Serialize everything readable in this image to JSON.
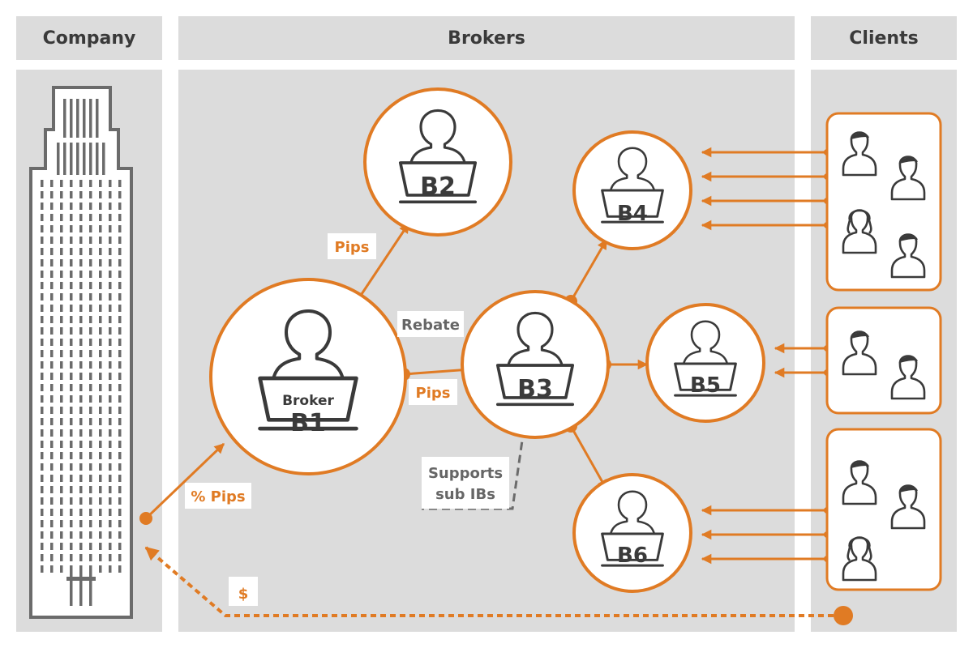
{
  "columns": {
    "company": "Company",
    "brokers": "Brokers",
    "clients": "Clients"
  },
  "nodes": {
    "b1_caption": "Broker",
    "b1": "B1",
    "b2": "B2",
    "b3": "B3",
    "b4": "B4",
    "b5": "B5",
    "b6": "B6"
  },
  "labels": {
    "pct_pips": "% Pips",
    "pips_b2": "Pips",
    "pips_b3": "Pips",
    "rebate": "Rebate",
    "supports_line1": "Supports",
    "supports_line2": "sub IBs",
    "dollar": "$"
  },
  "colors": {
    "accent": "#e07b24",
    "panel": "#dcdcdc",
    "ink": "#3a3a3a"
  }
}
